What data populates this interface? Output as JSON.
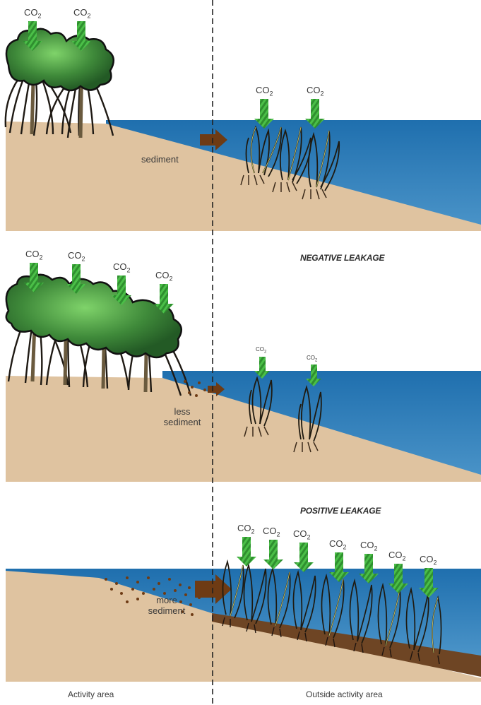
{
  "panels": {
    "top": {
      "sediment_label": "sediment"
    },
    "middle": {
      "heading": "NEGATIVE LEAKAGE",
      "sediment_label_line1": "less",
      "sediment_label_line2": "sediment"
    },
    "bottom": {
      "heading": "POSITIVE LEAKAGE",
      "sediment_label_line1": "more",
      "sediment_label_line2": "sediment"
    }
  },
  "co2": {
    "prefix": "CO",
    "subscript": "2"
  },
  "footer": {
    "left": "Activity area",
    "right": "Outside activity area"
  },
  "colors": {
    "water": "#2f7fb8",
    "sand": "#dfc3a0",
    "mud": "#6e4524",
    "foliage": "#3f8a3a",
    "arrow_co2": "#3fae3f",
    "arrow_sediment": "#6e3b14"
  }
}
